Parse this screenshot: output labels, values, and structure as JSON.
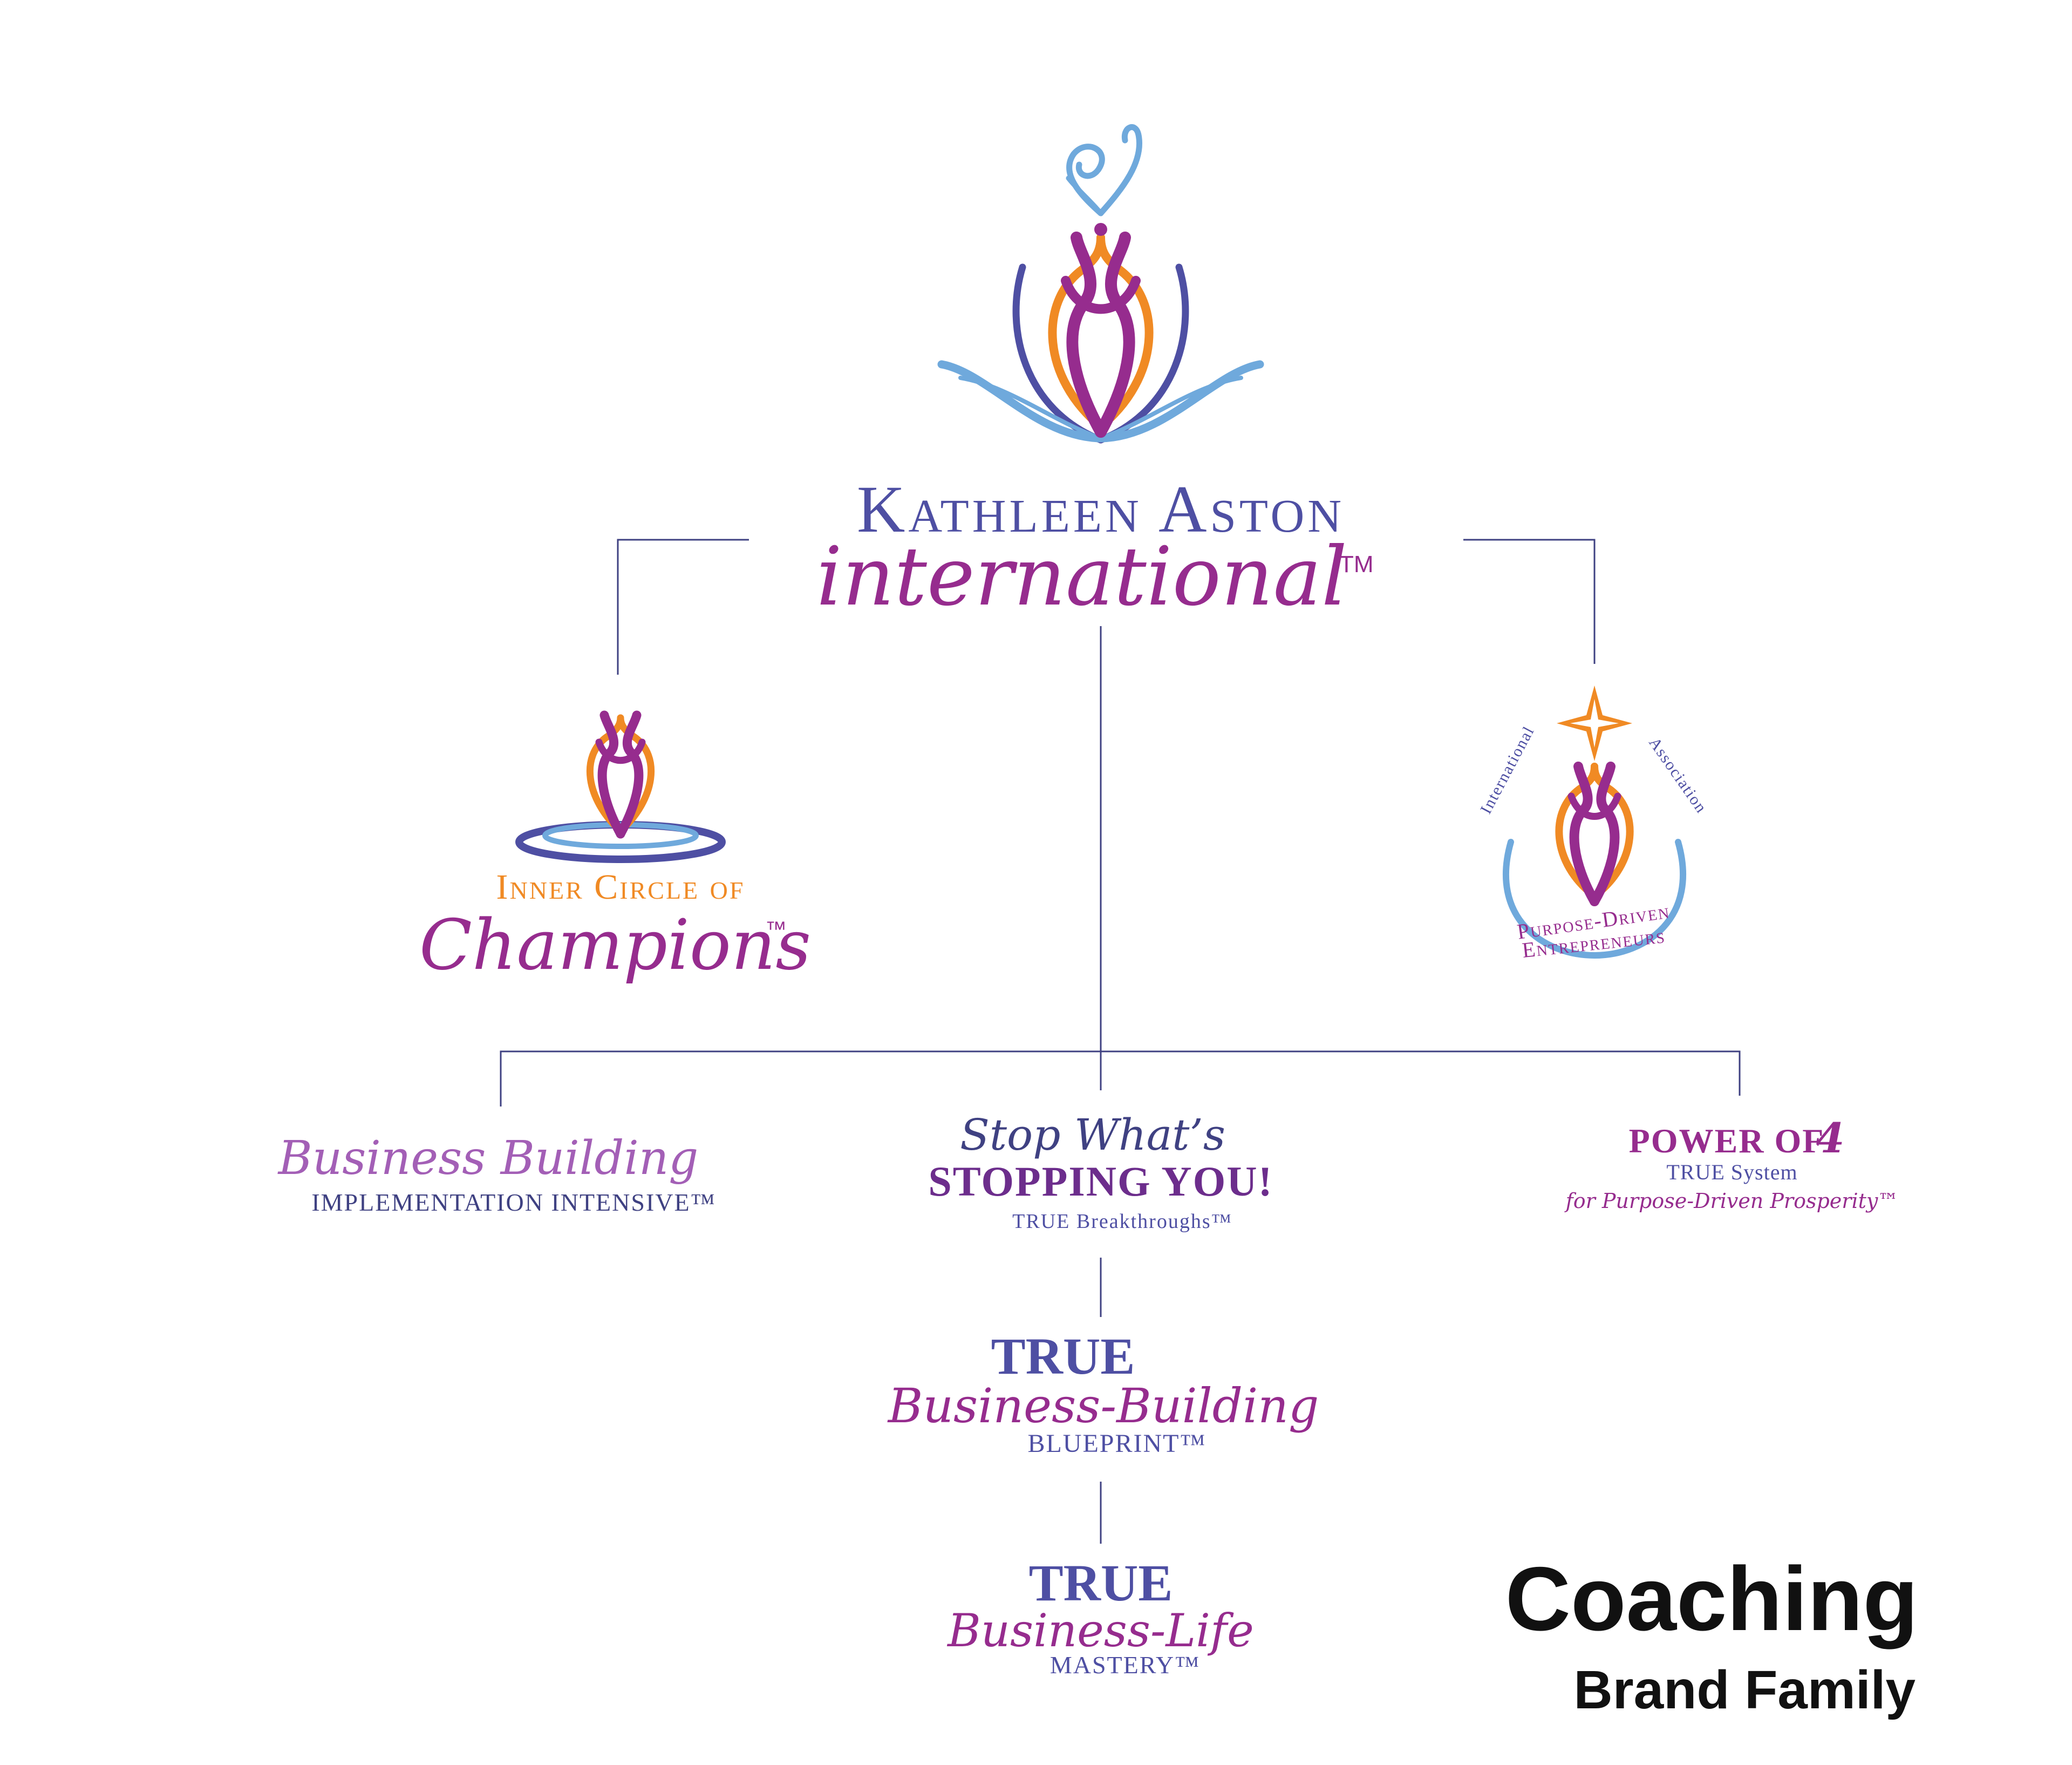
{
  "colors": {
    "navy": "#4E4FA3",
    "purple": "#962C8E",
    "orange": "#F08A24",
    "light_blue": "#6FA9DC",
    "line": "#3F4182",
    "black": "#111111"
  },
  "main_brand": {
    "line1": "Kathleen Aston",
    "line2": "international",
    "tm": "TM"
  },
  "inner_circle": {
    "line1": "Inner Circle of",
    "line2": "Champions",
    "tm": "™"
  },
  "association": {
    "arc_left": "International",
    "arc_right": "Association",
    "line1": "Purpose-Driven",
    "line2": "Entrepreneurs"
  },
  "business_building": {
    "line1": "Business Building",
    "line2": "IMPLEMENTATION INTENSIVE™"
  },
  "stop_whats": {
    "line1": "Stop What’s",
    "line2": "STOPPING YOU!",
    "line3": "TRUE Breakthroughs™"
  },
  "power_of_4": {
    "line1": "POWER OF",
    "number": "4",
    "line2": "TRUE System",
    "line3": "for Purpose-Driven Prosperity™"
  },
  "blueprint": {
    "line1": "TRUE",
    "line2": "Business-Building",
    "line3": "BLUEPRINT™"
  },
  "mastery": {
    "line1": "TRUE",
    "line2": "Business-Life",
    "line3": "MASTERY™"
  },
  "caption": {
    "title": "Coaching",
    "subtitle": "Brand Family"
  }
}
